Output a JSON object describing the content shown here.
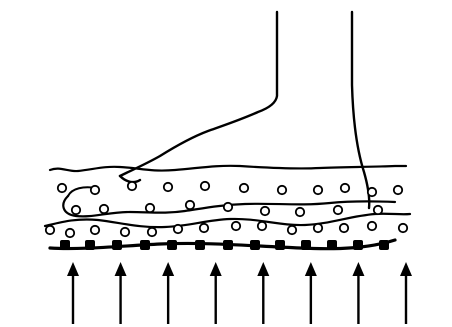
{
  "diagram": {
    "subject": "foot-on-cushioned-insole-with-upward-pressure",
    "colors": {
      "background": "#ffffff",
      "ink": "#000000"
    },
    "layers": [
      "top-surface",
      "upper-foam-layer",
      "lower-foam-layer",
      "sole-base"
    ],
    "arrow_count": 8,
    "arrow_direction": "up"
  }
}
